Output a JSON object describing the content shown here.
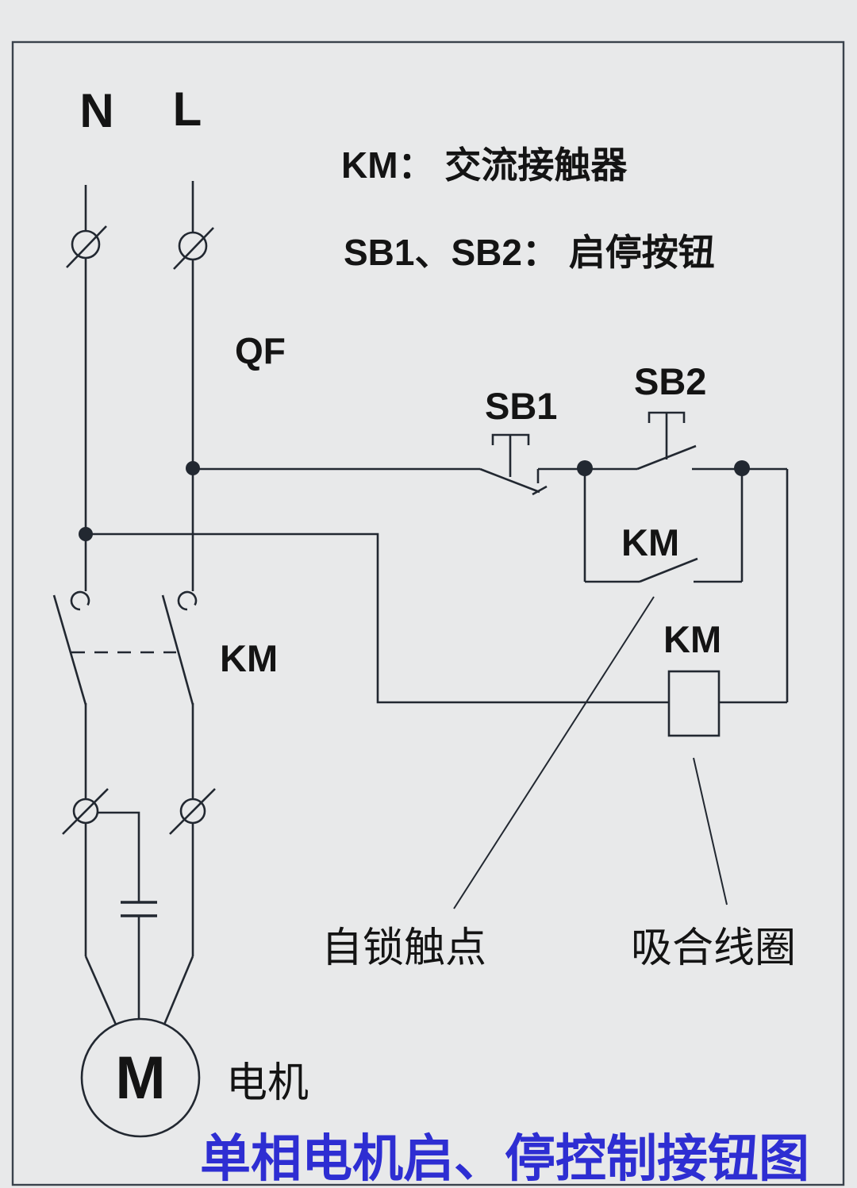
{
  "colors": {
    "background": "#e8e9ea",
    "line": "#222831",
    "text": "#141414",
    "title_blue": "#2e2ed2",
    "frame_border": "#3a424c"
  },
  "labels": {
    "n_phase": "N",
    "l_phase": "L",
    "qf_breaker": "QF",
    "sb1_button": "SB1",
    "sb2_button": "SB2",
    "km_main_contacts": "KM",
    "km_aux_contact": "KM",
    "km_coil": "KM",
    "motor_letter": "M",
    "motor_name": "电机",
    "self_lock_contact": "自锁触点",
    "pull_in_coil": "吸合线圈"
  },
  "legend": {
    "km_line": "KM： 交流接触器",
    "sb_line": "SB1、SB2： 启停按钮"
  },
  "title": "单相电机启、停控制接钮图"
}
